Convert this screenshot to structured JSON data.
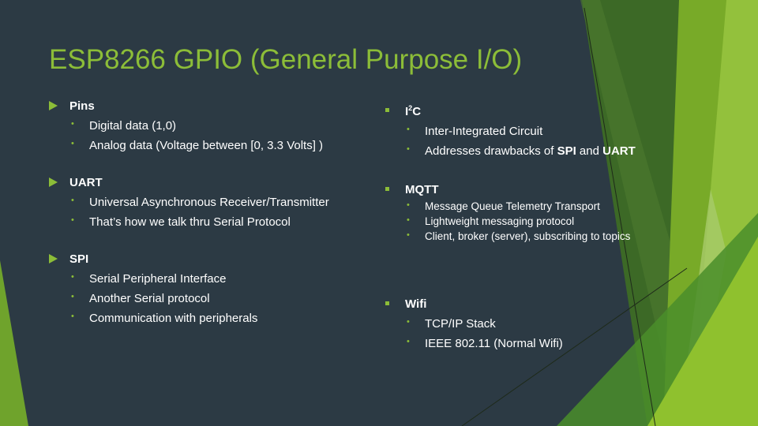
{
  "title": "ESP8266 GPIO (General Purpose I/O)",
  "left": [
    {
      "heading": "Pins",
      "items": [
        "Digital data (1,0)",
        "Analog data (Voltage between [0, 3.3 Volts] )"
      ]
    },
    {
      "heading": "UART",
      "items": [
        "Universal Asynchronous Receiver/Transmitter",
        "That’s how we talk thru Serial Protocol"
      ]
    },
    {
      "heading": "SPI",
      "items": [
        "Serial Peripheral Interface",
        "Another Serial protocol",
        "Communication with peripherals"
      ]
    }
  ],
  "right": {
    "i2c": {
      "heading_main": "I",
      "heading_sup": "2",
      "heading_end": "C",
      "item1": "Inter-Integrated Circuit",
      "item2_a": "Addresses drawbacks of ",
      "item2_b": "SPI",
      "item2_c": " and ",
      "item2_d": "UART"
    },
    "mqtt": {
      "heading": "MQTT",
      "items": [
        "Message Queue Telemetry Transport",
        "Lightweight messaging protocol",
        "Client, broker (server), subscribing to topics"
      ]
    },
    "wifi": {
      "heading": "Wifi",
      "items": [
        "TCP/IP Stack",
        "IEEE 802.11 (Normal Wifi)"
      ]
    }
  },
  "bullet_char": "•",
  "colors": {
    "background": "#2c3a44",
    "accent": "#8cbd38"
  }
}
